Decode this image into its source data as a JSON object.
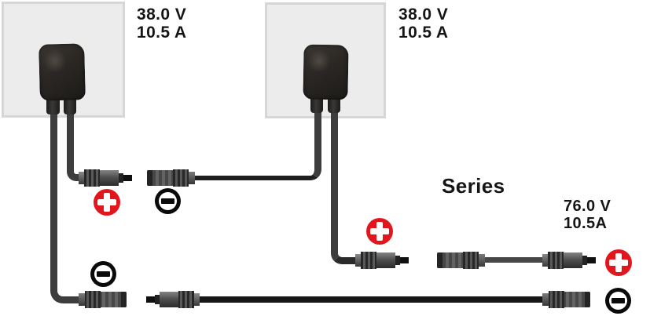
{
  "series_label": "Series",
  "panel_1": {
    "voltage": "38.0 V",
    "current": "10.5 A"
  },
  "panel_2": {
    "voltage": "38.0 V",
    "current": "10.5 A"
  },
  "series_output": {
    "voltage": "76.0 V",
    "current": "10.5A"
  },
  "icons": {
    "positive_marker": "plus-in-red-circle",
    "negative_marker": "minus-in-black-circle",
    "male_connector": "mc4-male-connector",
    "female_connector": "mc4-female-connector"
  },
  "colors": {
    "positive_red": "#e2161d",
    "marker_black": "#0a0a0a",
    "panel_fill": "#ececec",
    "panel_border": "#d6d6d6",
    "cable_gray": "#3d3d3d",
    "cable_black": "#161616"
  }
}
